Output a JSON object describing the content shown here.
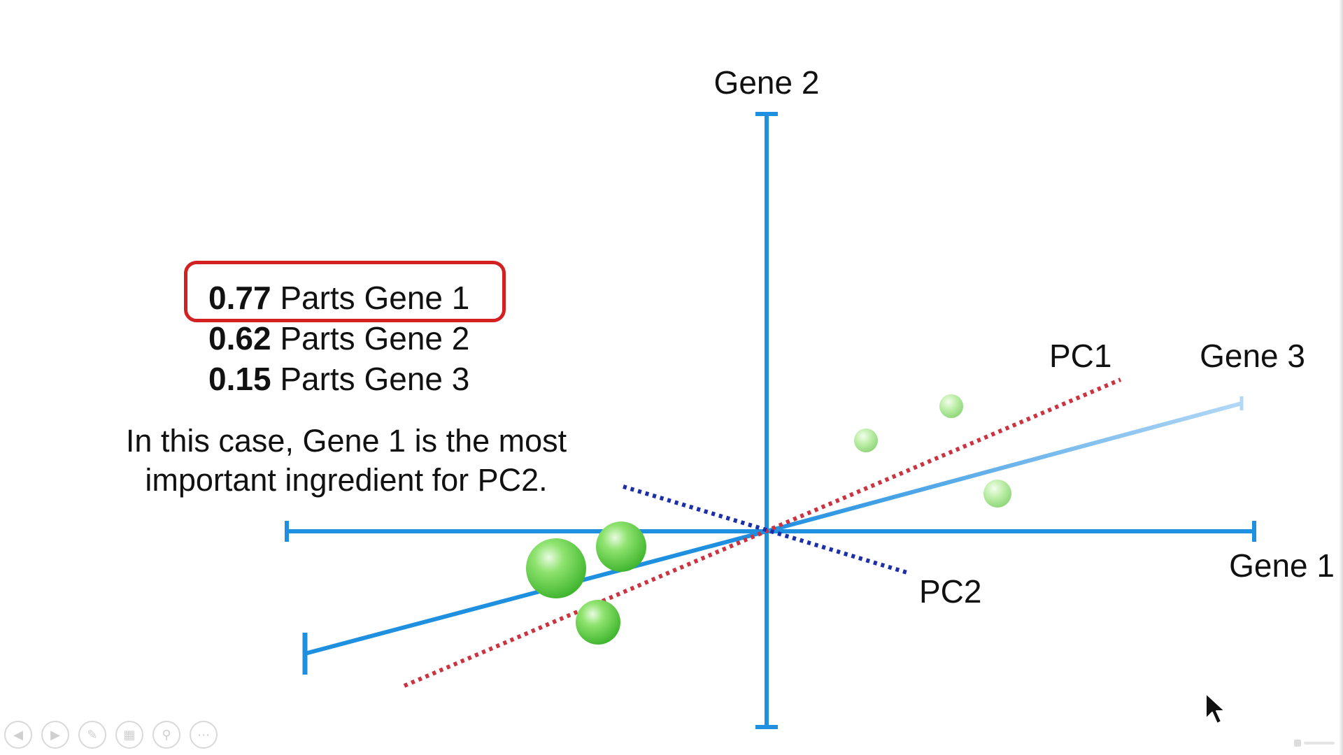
{
  "axes": {
    "gene1": "Gene 1",
    "gene2": "Gene 2",
    "gene3": "Gene 3",
    "pc1": "PC1",
    "pc2": "PC2"
  },
  "loadings": [
    {
      "value": "0.77",
      "text": "Parts Gene 1",
      "highlighted": true
    },
    {
      "value": "0.62",
      "text": "Parts Gene 2",
      "highlighted": false
    },
    {
      "value": "0.15",
      "text": "Parts Gene 3",
      "highlighted": false
    }
  ],
  "note": {
    "line1": "In this case, Gene 1 is the most",
    "line2": "important ingredient for PC2."
  },
  "colors": {
    "axis": "#1f8fe0",
    "pc1": "#cc3340",
    "pc2": "#1c2fa8",
    "highlight": "#d32020",
    "points": "#5ed14a"
  },
  "toolbar": {
    "icons": [
      "previous-icon",
      "next-icon",
      "pen-icon",
      "slides-icon",
      "zoom-icon",
      "more-icon"
    ]
  }
}
